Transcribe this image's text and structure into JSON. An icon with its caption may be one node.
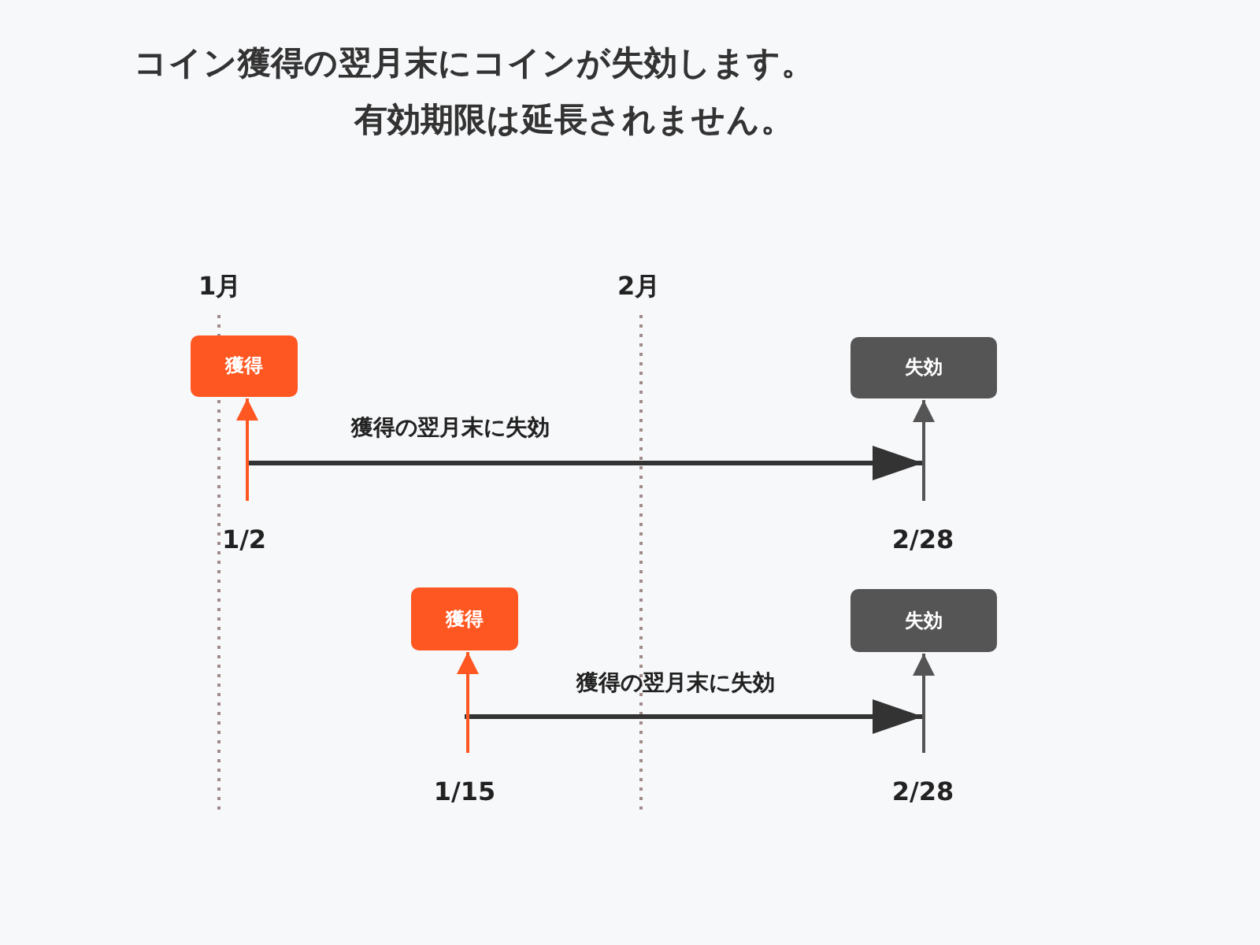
{
  "diagram": {
    "title": "コイン獲得の翌月末にコインが失効します。",
    "nodes": [
      {
        "text": [
          "獲得"
        ]
      },
      {
        "text": [
          "失効"
        ]
      },
      {
        "text": [
          "1/2"
        ]
      },
      {
        "text": [
          "2/28"
        ]
      },
      {
        "text": [
          "獲得"
        ]
      },
      {
        "text": [
          "失効"
        ]
      },
      {
        "text": [
          "1/15"
        ]
      },
      {
        "text": [
          "2/28"
        ]
      }
    ],
    "edges": [
      {
        "from": 2,
        "to": 0,
        "arrow": "to",
        "color": "#ff5722"
      },
      {
        "from": 3,
        "to": 1,
        "arrow": "to",
        "color": "#555555"
      },
      {
        "from": 6,
        "to": 4,
        "arrow": "to",
        "color": "#ff5722"
      },
      {
        "from": 7,
        "to": 5,
        "arrow": "to",
        "color": "#555555"
      }
    ],
    "labels": [
      "有効期限は延長されません。",
      "1月",
      "2月",
      "獲得の翌月末に失効",
      "獲得の翌月末に失効"
    ]
  }
}
